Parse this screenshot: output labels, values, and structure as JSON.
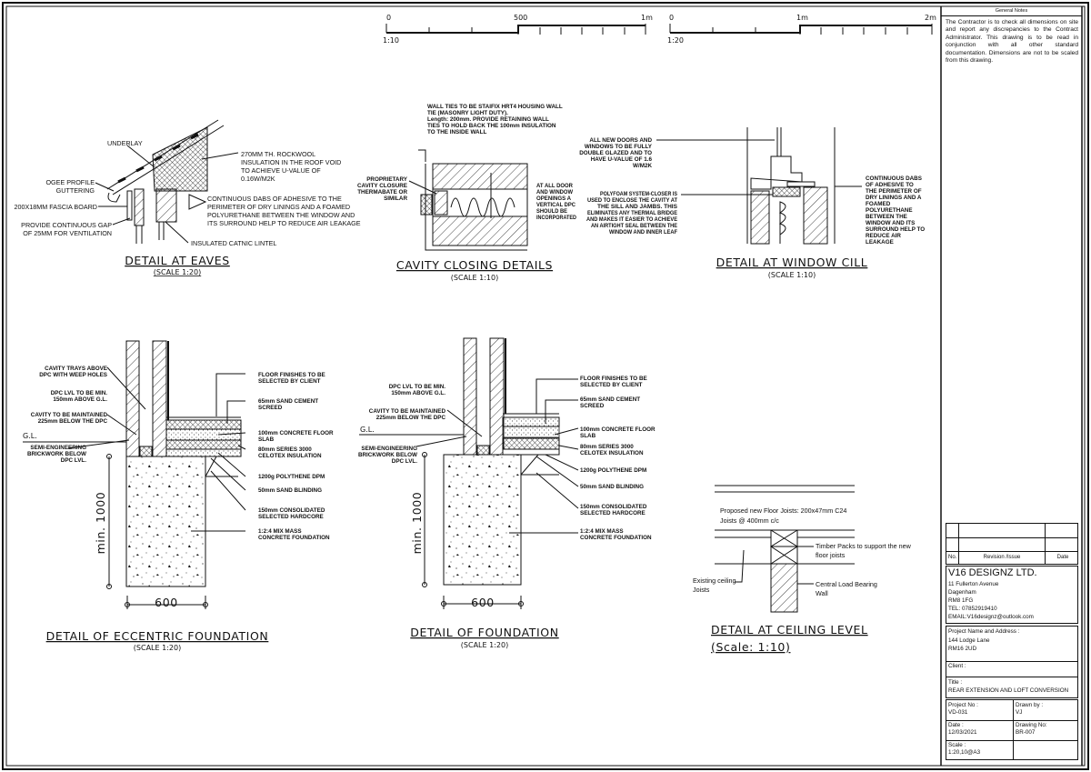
{
  "scale_bars": [
    {
      "labels": [
        "0",
        "500",
        "1m"
      ],
      "ratio": "1:10"
    },
    {
      "labels": [
        "0",
        "1m",
        "2m"
      ],
      "ratio": "1:20"
    }
  ],
  "eaves": {
    "title": "DETAIL AT EAVES",
    "scale": "(SCALE 1:20)",
    "underlay": "UNDERLAY",
    "rockwool": [
      "270MM TH. ROCKWOOL",
      "INSULATION IN THE ROOF VOID",
      "TO ACHIEVE U-VALUE OF",
      "0.16W/M2K"
    ],
    "ogee": [
      "OGEE PROFILE",
      "GUTTERING"
    ],
    "fascia": "200X18MM FASCIA BOARD",
    "gap": [
      "PROVIDE CONTINUOUS GAP",
      "OF 25MM FOR VENTILATION"
    ],
    "dabs": [
      "CONTINUOUS DABS OF ADHESIVE TO THE",
      "PERIMETER OF DRY LININGS AND A FOAMED",
      "POLYURETHANE BETWEEN THE WINDOW AND",
      "ITS SURROUND HELP TO REDUCE AIR LEAKAGE"
    ],
    "lintel": "INSULATED CATNIC LINTEL"
  },
  "cavity": {
    "title": "CAVITY CLOSING DETAILS",
    "scale": "(SCALE 1:10)",
    "ties": [
      "WALL TIES TO BE STAIFIX HRT4 HOUSING WALL",
      "TIE (MASONRY LIGHT DUTY).",
      "Length: 200mm.  PROVIDE RETAINING WALL",
      "TIES TO HOLD BACK THE 100mm INSULATION",
      "TO THE INSIDE WALL"
    ],
    "closure": [
      "PROPRIETARY",
      "CAVITY CLOSURE",
      "THERMABATE OR",
      "SIMILAR"
    ],
    "dpc": [
      "AT ALL DOOR",
      "AND WINDOW",
      "OPENINGS A",
      "VERTICAL DPC",
      "SHOULD BE",
      "INCORPORATED"
    ]
  },
  "cill": {
    "title": "DETAIL AT WINDOW CILL",
    "scale": "(SCALE   1:10)",
    "doors": [
      "ALL NEW DOORS AND",
      "WINDOWS TO BE FULLY",
      "DOUBLE GLAZED AND TO",
      "HAVE U-VALUE OF 1.6",
      "W/M2K"
    ],
    "polyfoam": [
      "POLYFOAM SYSTEM-CLOSER IS",
      "USED TO ENCLOSE THE CAVITY AT",
      "THE SILL AND JAMBS.  THIS",
      "ELIMINATES ANY THERMAL BRIDGE",
      "AND MAKES IT EASIER TO ACHIEVE",
      "AN AIRTIGHT SEAL BETWEEN THE",
      "WINDOW AND INNER LEAF"
    ],
    "dabs": [
      "CONTINUOUS DABS",
      "OF ADHESIVE TO",
      "THE PERIMETER OF",
      "DRY LININGS AND A",
      "FOAMED",
      "POLYURETHANE",
      "BETWEEN THE",
      "WINDOW AND ITS",
      "SURROUND HELP TO",
      "REDUCE AIR",
      "LEAKAGE"
    ]
  },
  "eccentric": {
    "title": "DETAIL OF ECCENTRIC FOUNDATION",
    "scale": "(SCALE 1:20)",
    "trays": [
      "CAVITY TRAYS ABOVE",
      "DPC WITH WEEP HOLES"
    ],
    "dpc": [
      "DPC LVL TO BE MIN.",
      "150mm ABOVE G.L."
    ],
    "cavity": [
      "CAVITY TO BE MAINTAINED",
      "225mm BELOW THE DPC"
    ],
    "gl": "G.L.",
    "semi": [
      "SEMI-ENGINEERING",
      "BRICKWORK BELOW",
      "DPC LVL."
    ],
    "right": [
      [
        "FLOOR FINISHES TO BE",
        "SELECTED BY CLIENT"
      ],
      [
        "65mm SAND CEMENT",
        "SCREED"
      ],
      [
        "100mm CONCRETE FLOOR",
        "SLAB"
      ],
      [
        "80mm SERIES 3000",
        "CELOTEX INSULATION"
      ],
      [
        "1200g POLYTHENE DPM"
      ],
      [
        "50mm SAND BLINDING"
      ],
      [
        "150mm CONSOLIDATED",
        "SELECTED HARDCORE"
      ],
      [
        "1:2:4 MIX MASS",
        "CONCRETE FOUNDATION"
      ]
    ],
    "depth": "min. 1000",
    "width": "600"
  },
  "foundation": {
    "title": "DETAIL OF FOUNDATION",
    "scale": "(SCALE 1:20)",
    "dpc": [
      "DPC LVL TO BE MIN.",
      "150mm ABOVE G.L."
    ],
    "cavity": [
      "CAVITY TO BE MAINTAINED",
      "225mm BELOW THE DPC"
    ],
    "gl": "G.L.",
    "semi": [
      "SEMI-ENGINEERING",
      "BRICKWORK BELOW",
      "DPC LVL."
    ],
    "right": [
      [
        "FLOOR FINISHES TO BE",
        "SELECTED BY CLIENT"
      ],
      [
        "65mm SAND CEMENT",
        "SCREED"
      ],
      [
        "100mm CONCRETE FLOOR",
        "SLAB"
      ],
      [
        "80mm SERIES 3000",
        "CELOTEX INSULATION"
      ],
      [
        "1200g POLYTHENE DPM"
      ],
      [
        "50mm SAND BLINDING"
      ],
      [
        "150mm CONSOLIDATED",
        "SELECTED HARDCORE"
      ],
      [
        "1:2:4 MIX MASS",
        "CONCRETE FOUNDATION"
      ]
    ],
    "depth": "min. 1000",
    "width": "600"
  },
  "ceiling": {
    "title": "DETAIL AT CEILING LEVEL",
    "scale": "(Scale: 1:10)",
    "joists": [
      "Proposed new Floor Joists: 200x47mm C24",
      "Joists @ 400mm c/c"
    ],
    "packs": [
      "Timber Packs to support the new",
      "floor joists"
    ],
    "wall": [
      "Central Load Bearing",
      "Wall"
    ],
    "existing": [
      "Existing ceiling",
      "Joists"
    ]
  },
  "title_block": {
    "notes_header": "General Notes",
    "notes": "The Contractor is to check all dimensions on site and report any discrepancies to the Contract Administrator. This drawing is to be read in conjunction with all other standard documentation. Dimensions are not to be scaled from this drawing.",
    "rev_headers": [
      "No.",
      "Revision /Issue",
      "Date"
    ],
    "company": "V16 DESIGNZ LTD.",
    "company_lines": [
      "11 Fullerton Avenue",
      "Dagenham",
      "RM8 1FG",
      "TEL: 07852919410",
      "EMAIL:V16designz@outlook.com"
    ],
    "project_label": "Project Name and Address :",
    "project_lines": [
      "144 Lodge Lane",
      "RM16 2UD"
    ],
    "client_label": "Client :",
    "title_label": "Title :",
    "title_value": "REAR EXTENSION AND LOFT CONVERSION",
    "project_no_label": "Project No :",
    "project_no": "VD-031",
    "drawn_by_label": "Drawn by :",
    "drawn_by": "VJ",
    "date_label": "Date :",
    "date": "12/03/2021",
    "drawing_no_label": "Drawing No:",
    "drawing_no": "BR-007",
    "scale_label": "Scale :",
    "scale": "1:20,10@A3"
  }
}
